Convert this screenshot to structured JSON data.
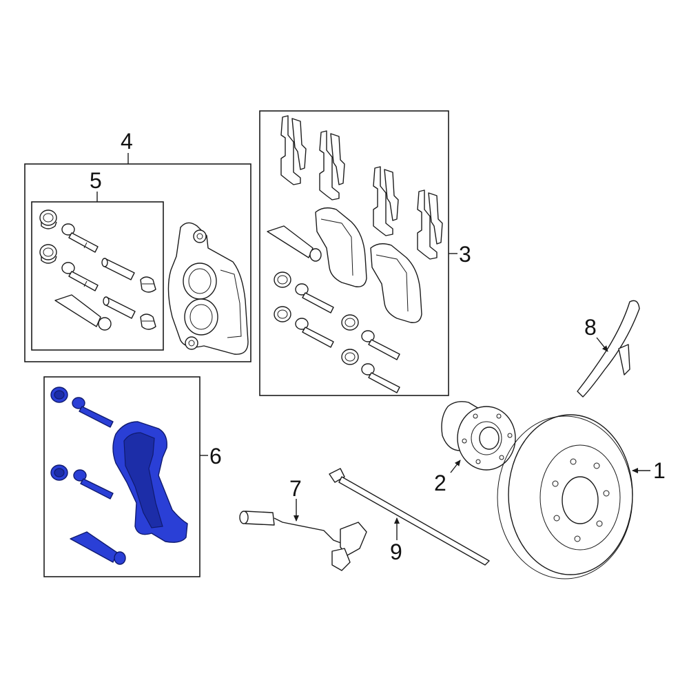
{
  "callouts": {
    "c1": "1",
    "c2": "2",
    "c3": "3",
    "c4": "4",
    "c5": "5",
    "c6": "6",
    "c7": "7",
    "c8": "8",
    "c9": "9"
  },
  "colors": {
    "highlight": "#2a3fd6",
    "highlight_dark": "#0f1a6e",
    "line": "#1a1a1a",
    "background": "#ffffff"
  }
}
